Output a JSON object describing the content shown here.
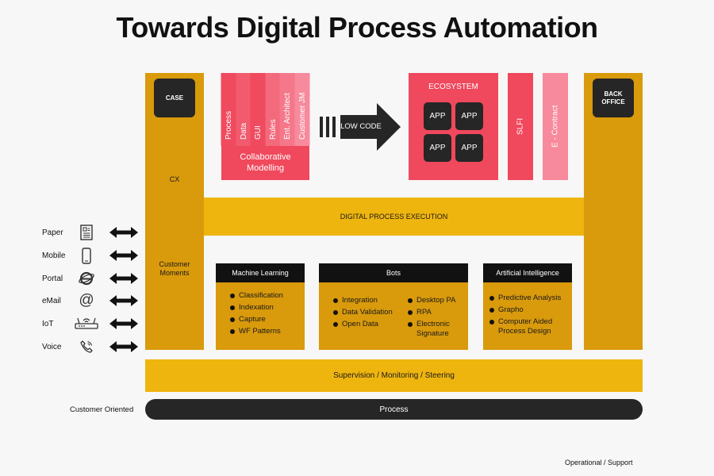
{
  "title": "Towards Digital Process Automation",
  "case": "CASE",
  "cx": "CX",
  "customer_moments": "Customer\nMoments",
  "back_office": "BACK\nOFFICE",
  "collab": {
    "columns": [
      "Process",
      "Data",
      "GUI",
      "Rules",
      "Ent. Architect",
      "Customer JM"
    ],
    "label": "Collaborative\nModelling"
  },
  "low_code": "LOW CODE",
  "ecosystem": {
    "label": "ECOSYSTEM",
    "apps": [
      "APP",
      "APP",
      "APP",
      "APP"
    ]
  },
  "slfi": "SLFI",
  "econtract": "E - Contract",
  "dpe": "DIGITAL PROCESS EXECUTION",
  "panels": {
    "ml": {
      "title": "Machine Learning",
      "items": [
        "Classification",
        "Indexation",
        "Capture",
        "WF Patterns"
      ]
    },
    "bots": {
      "title": "Bots",
      "left": [
        "Integration",
        "Data Validation",
        "Open Data"
      ],
      "right": [
        "Desktop PA",
        "RPA",
        "Electronic\nSignature"
      ]
    },
    "ai": {
      "title": "Artificial Intelligence",
      "items": [
        "Predictive Analysis",
        "Grapho",
        "Computer Aided\nProcess Design"
      ]
    }
  },
  "channels": [
    {
      "label": "Paper",
      "icon": "document-icon"
    },
    {
      "label": "Mobile",
      "icon": "mobile-icon"
    },
    {
      "label": "Portal",
      "icon": "browser-icon"
    },
    {
      "label": "eMail",
      "icon": "at-icon"
    },
    {
      "label": "IoT",
      "icon": "router-icon"
    },
    {
      "label": "Voice",
      "icon": "phone-icon"
    }
  ],
  "supervision": "Supervision / Monitoring / Steering",
  "customer_oriented": "Customer Oriented",
  "process": "Process",
  "operational": "Operational / Support",
  "colors": {
    "gold": "#d99a0c",
    "gold_light": "#efb50f",
    "red": "#f0485c",
    "pink": "#f78a9c",
    "dark": "#262626"
  }
}
